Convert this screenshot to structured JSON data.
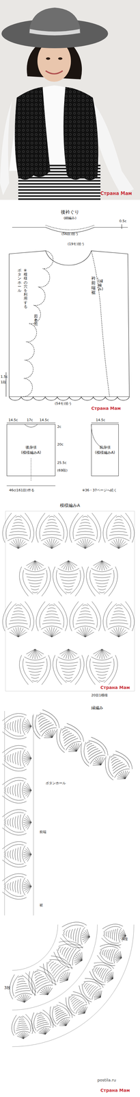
{
  "diagram": {
    "nodes": [
      {
        "text": [
          "後身頃",
          "(模様編みA)"
        ]
      },
      {
        "text": [
          "前身頃",
          "(模様編みA)"
        ]
      }
    ],
    "labels": [
      "Страна Мам",
      "後衿ぐり",
      "(細編み)",
      "0.5c",
      "(56目)拾う",
      "(19モ)拾う",
      "ボタンホール",
      "※模様の穴を利用する",
      "図参照",
      "衿・前端・裾",
      "(縁編み)",
      "1.5c",
      "1段",
      "(54モ)拾う",
      "Страна Мам",
      "14.5c",
      "17c",
      "14.5c",
      "14.5c",
      "2c",
      "20c",
      "25.5c",
      "46c(161目)作る",
      "(69段)",
      "※36・37ページへ続く",
      "模様編みA",
      "20目1模様",
      "Страна Мам",
      "縁編み",
      "ボタンホール",
      "前端",
      "裾",
      "3段",
      "4段",
      "postila.ru",
      "Страна Мам"
    ]
  }
}
